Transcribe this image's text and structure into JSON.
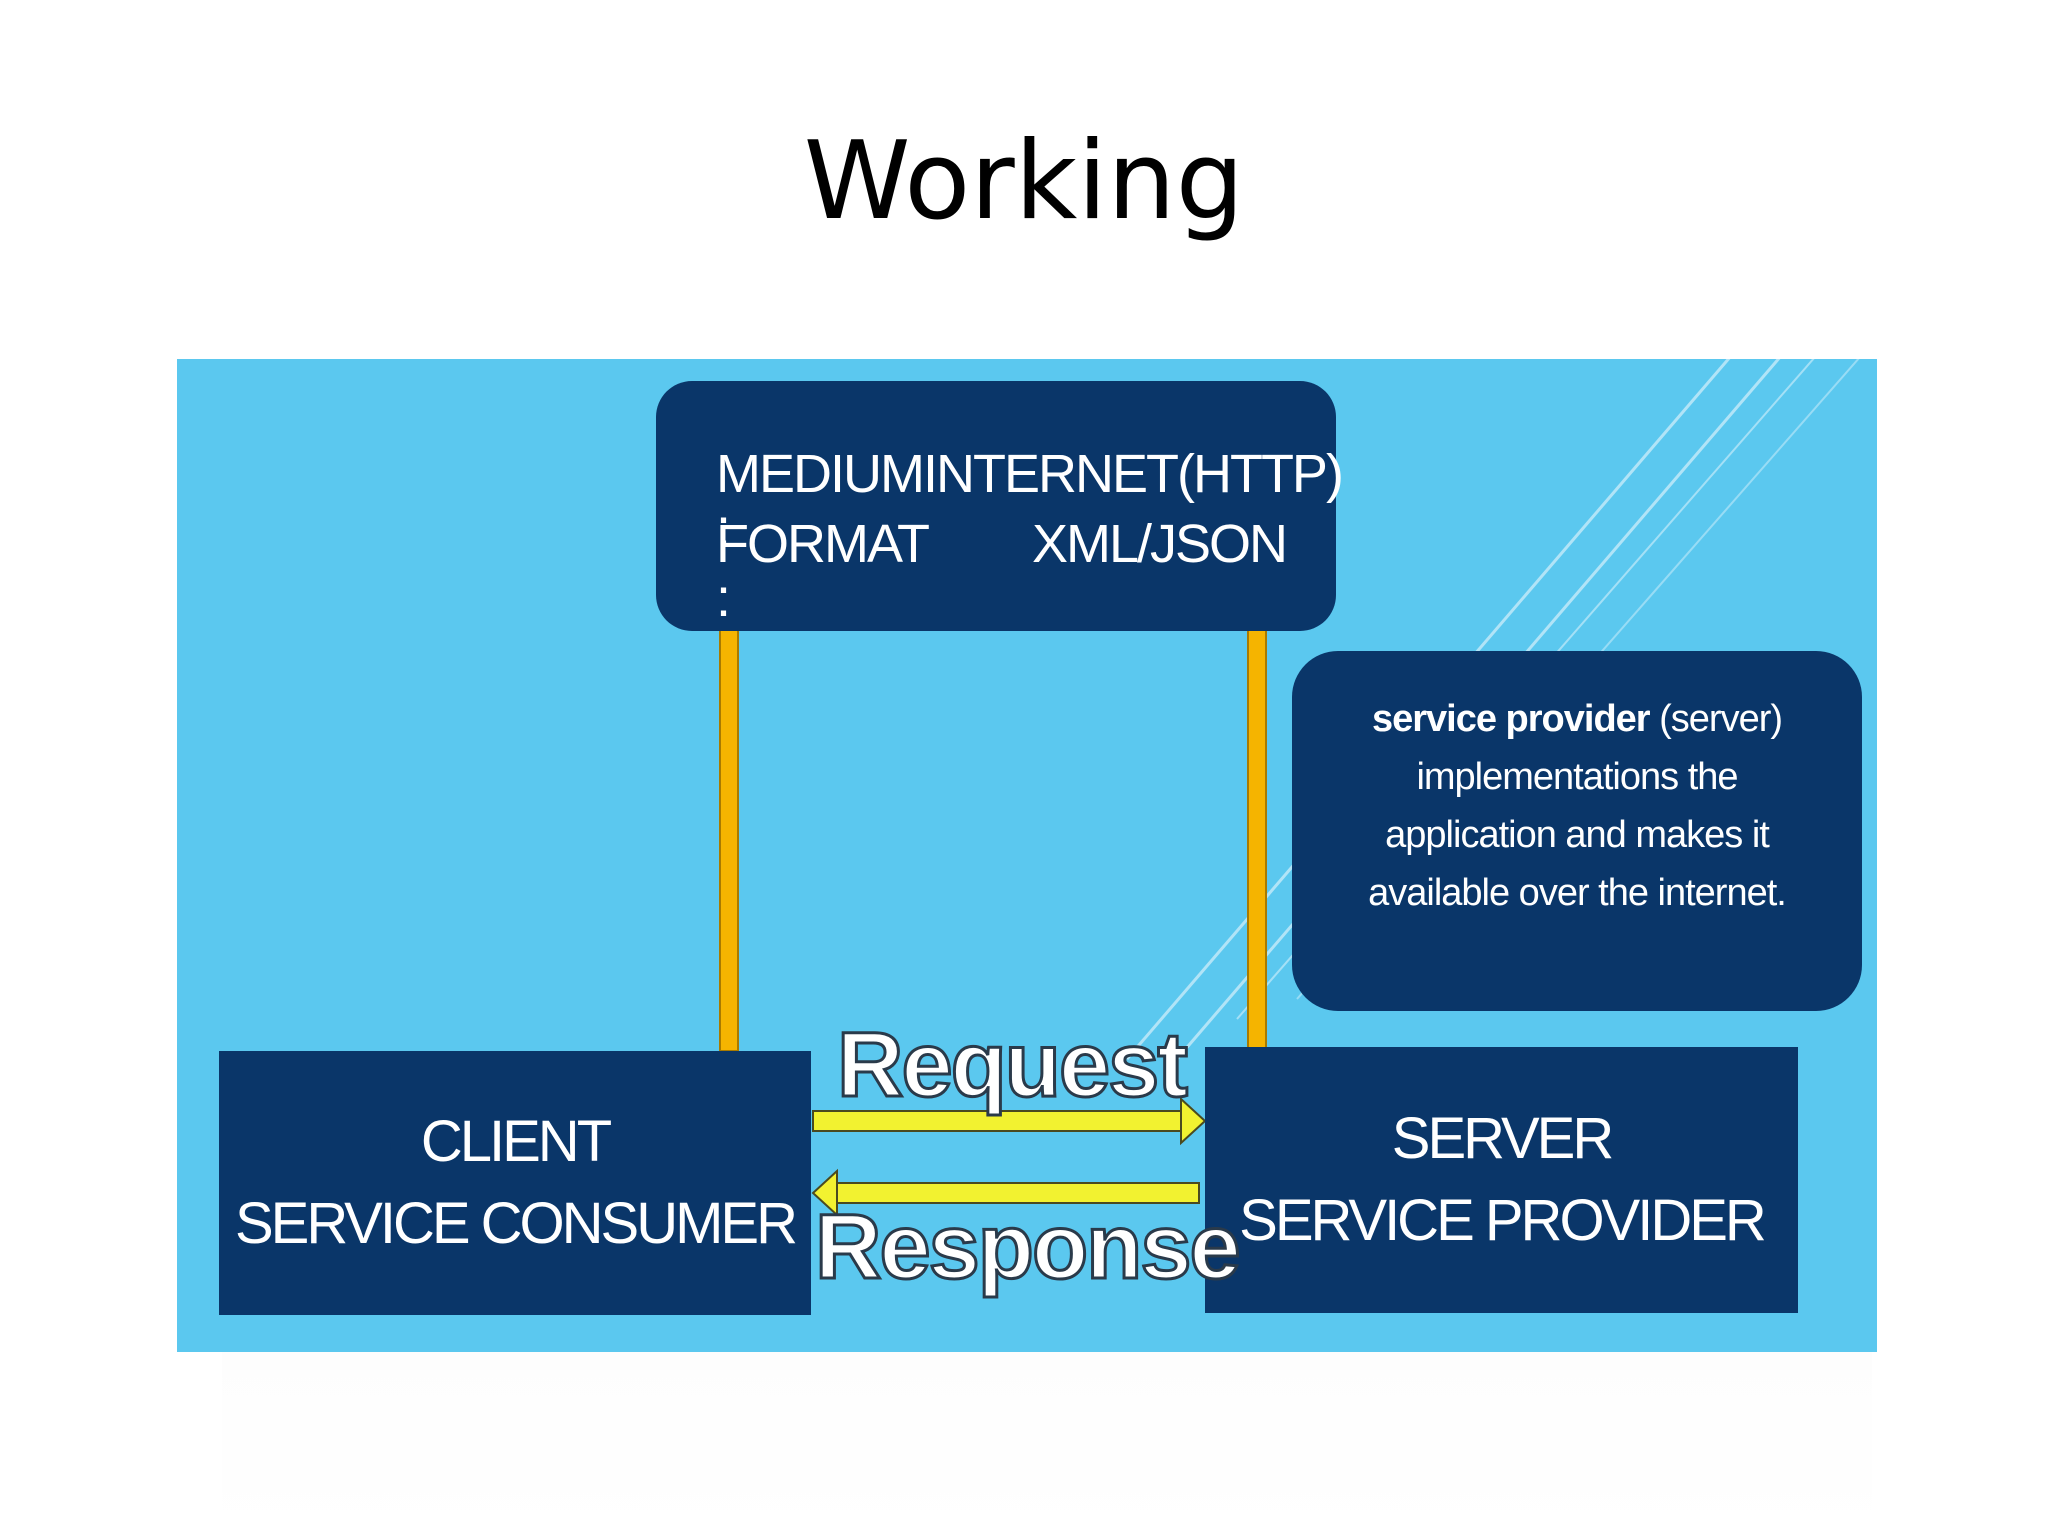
{
  "slide": {
    "title": "Working"
  },
  "medium_box": {
    "medium_key": "MEDIUM :",
    "medium_value": "INTERNET(HTTP)",
    "format_key": "FORMAT :",
    "format_value": "XML/JSON"
  },
  "provider_note": {
    "bold": "service provider",
    "text": "(server) implementations the application and makes it available over the internet."
  },
  "client": {
    "line1": "CLIENT",
    "line2": "SERVICE CONSUMER"
  },
  "server": {
    "line1": "SERVER",
    "line2": "SERVICE PROVIDER"
  },
  "flows": {
    "request": "Request",
    "response": "Response"
  },
  "colors": {
    "background": "#5bc8ef",
    "box": "#0a3669",
    "vertical_arrow": "#f5b400",
    "horizontal_arrow": "#f2f230"
  }
}
